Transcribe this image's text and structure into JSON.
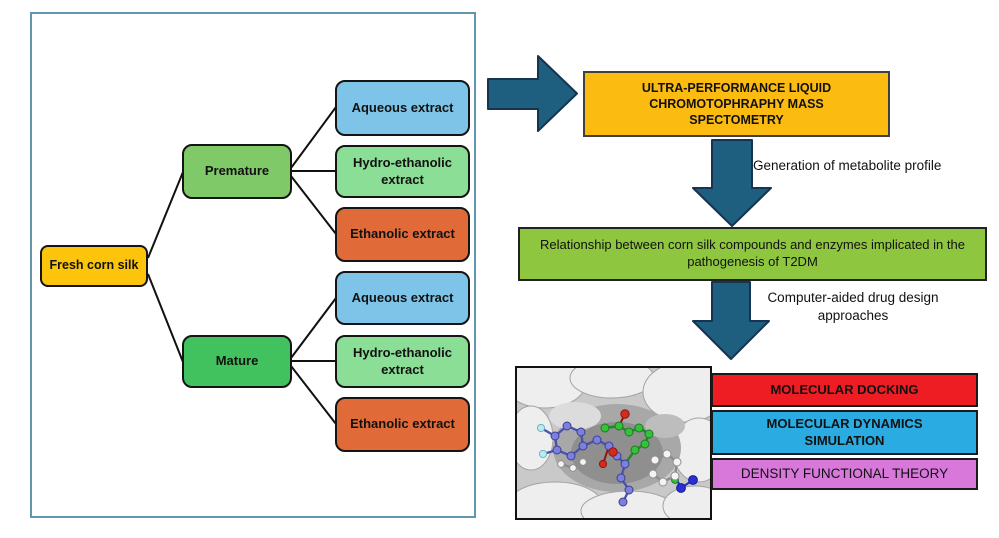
{
  "left_panel": {
    "root_label": "Fresh corn silk",
    "branches": [
      {
        "label": "Premature",
        "extracts": [
          "Aqueous extract",
          "Hydro-ethanolic extract",
          "Ethanolic extract"
        ]
      },
      {
        "label": "Mature",
        "extracts": [
          "Aqueous extract",
          "Hydro-ethanolic extract",
          "Ethanolic extract"
        ]
      }
    ]
  },
  "flow": {
    "uplc_label": "ULTRA-PERFORMANCE LIQUID CHROMOTOPHRAPHY MASS SPECTOMETRY",
    "step1_label": "Generation of metabolite profile",
    "relationship_label": "Relationship between corn silk compounds and enzymes implicated in the pathogenesis of T2DM",
    "step2_label": "Computer-aided drug design approaches",
    "methods": [
      "MOLECULAR DOCKING",
      "MOLECULAR DYNAMICS SIMULATION",
      "DENSITY FUNCTIONAL THEORY"
    ]
  },
  "colors": {
    "panel_border": "#6097AE",
    "corn_silk_box": "#FCC50B",
    "premature_box": "#7FC969",
    "mature_box": "#41C25E",
    "aqueous_box": "#7EC4E8",
    "hydro_ethanolic_box": "#8ADE95",
    "ethanolic_box": "#E06A38",
    "uplc_box": "#FBBB10",
    "relationship_box": "#8EC63F",
    "arrow_fill": "#1E5F80",
    "molecular_docking_box": "#EE1C23",
    "molecular_dynamics_box": "#2AACE3",
    "dft_box": "#D878DA"
  }
}
